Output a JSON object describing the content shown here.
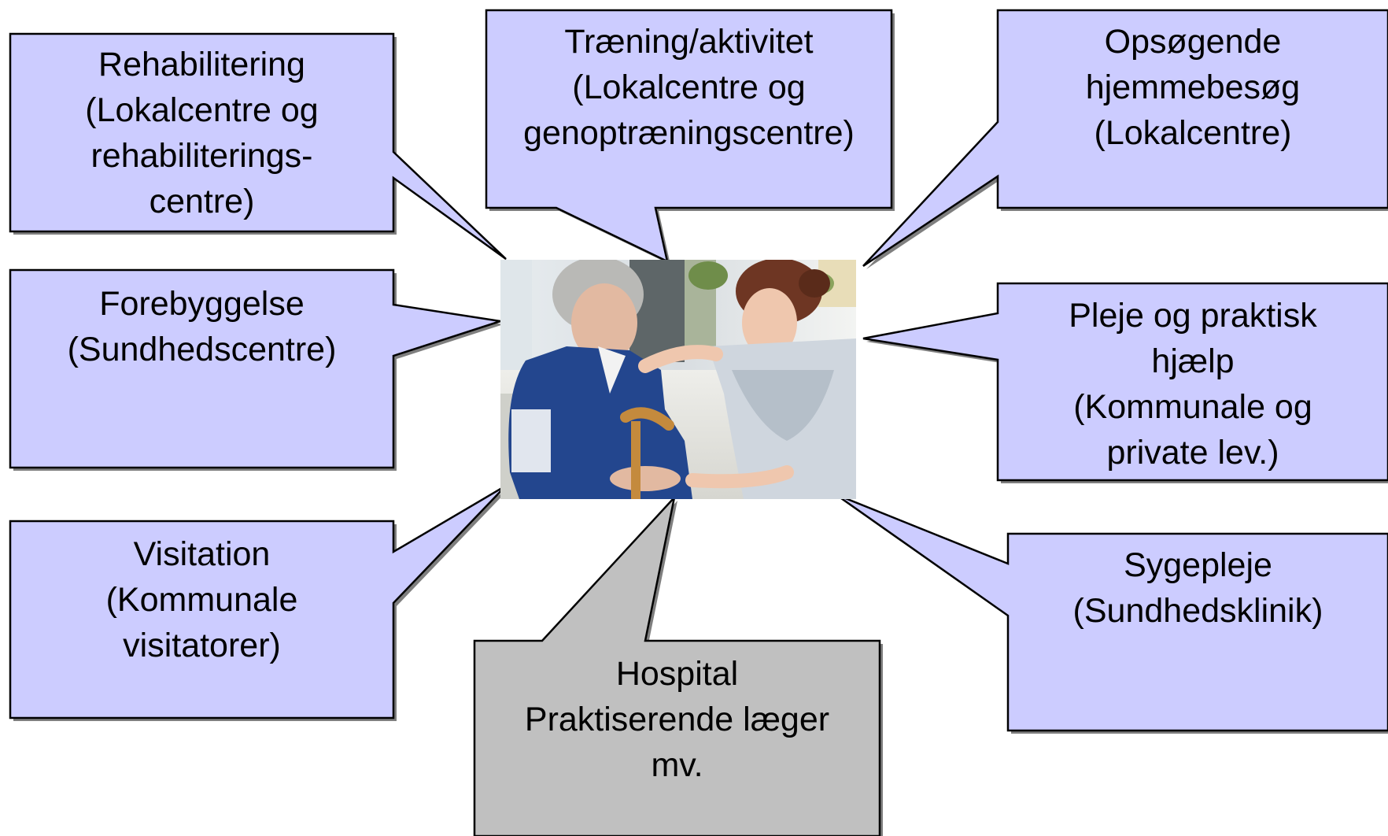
{
  "colors": {
    "callout_fill": "#ccccff",
    "hospital_fill": "#c0c0c0",
    "stroke": "#000000",
    "shadow": "#7f7f7f"
  },
  "callouts": {
    "rehabilitering": {
      "lines": [
        "Rehabilitering",
        "(Lokalcentre og",
        "rehabiliterings-",
        "centre)"
      ]
    },
    "traening": {
      "lines": [
        "Træning/aktivitet",
        "(Lokalcentre og",
        "genoptræningscentre)"
      ]
    },
    "opsoegende": {
      "lines": [
        "Opsøgende",
        "hjemmebesøg",
        "(Lokalcentre)"
      ]
    },
    "forebyggelse": {
      "lines": [
        "Forebyggelse",
        "(Sundhedscentre)"
      ]
    },
    "pleje": {
      "lines": [
        "Pleje og praktisk",
        "hjælp",
        "(Kommunale og",
        "private lev.)"
      ]
    },
    "visitation": {
      "lines": [
        "Visitation",
        "(Kommunale",
        "visitatorer)"
      ]
    },
    "sygepleje": {
      "lines": [
        "Sygepleje",
        "(Sundhedsklinik)"
      ]
    },
    "hospital": {
      "lines": [
        "Hospital",
        "Praktiserende læger",
        "mv."
      ]
    }
  },
  "photo": {
    "icon": "caregiver-with-elderly-woman-photo"
  }
}
